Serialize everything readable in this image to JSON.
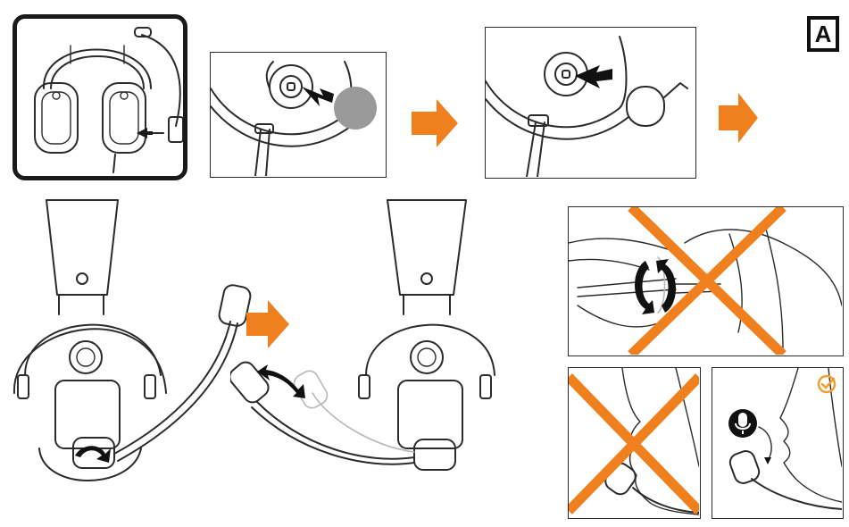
{
  "badge": {
    "label": "A"
  },
  "colors": {
    "accent": "#f07f1e",
    "ink": "#1a1a1a",
    "disc": "#9a9a9a",
    "check": "#f0a030"
  },
  "icons": {
    "step_arrow": "orange-right-arrow",
    "wrong": "orange-x-mark",
    "right": "check-circle-icon",
    "mic": "microphone-icon"
  }
}
